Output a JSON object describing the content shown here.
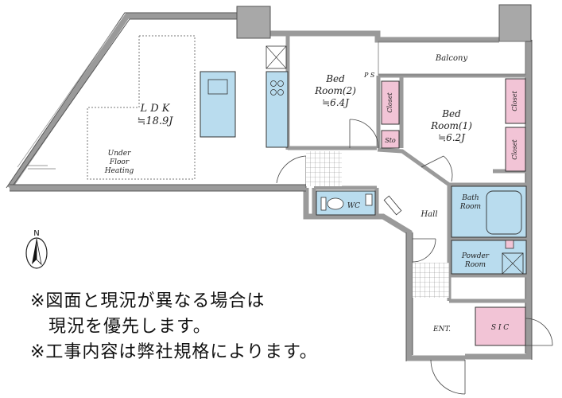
{
  "rooms": {
    "ldk": {
      "name": "L D K",
      "area": "≒18.9J"
    },
    "bed2": {
      "line1": "Bed",
      "line2": "Room(2)",
      "area": "≒6.4J"
    },
    "bed1": {
      "line1": "Bed",
      "line2": "Room(1)",
      "area": "≒6.2J"
    },
    "balcony": "Balcony",
    "ps": "P S",
    "closet": "Closet",
    "sto": "Sto",
    "wc": "WC",
    "hall": "Hall",
    "bath": {
      "line1": "Bath",
      "line2": "Room"
    },
    "powder": {
      "line1": "Powder",
      "line2": "Room"
    },
    "ent": "ENT.",
    "sic": "S I C",
    "heating": {
      "line1": "Under",
      "line2": "Floor",
      "line3": "Heating"
    }
  },
  "compass": {
    "label": "N"
  },
  "notes": [
    "※図面と現況が異なる場合は",
    "　現況を優先します。",
    "※工事内容は弊社規格によります。"
  ],
  "colors": {
    "wall": "#9a9a9a",
    "wall_edge": "#555555",
    "fixture_blue": "#b9dcee",
    "closet_pink": "#f2c4d6",
    "column": "#a8a8a8"
  }
}
